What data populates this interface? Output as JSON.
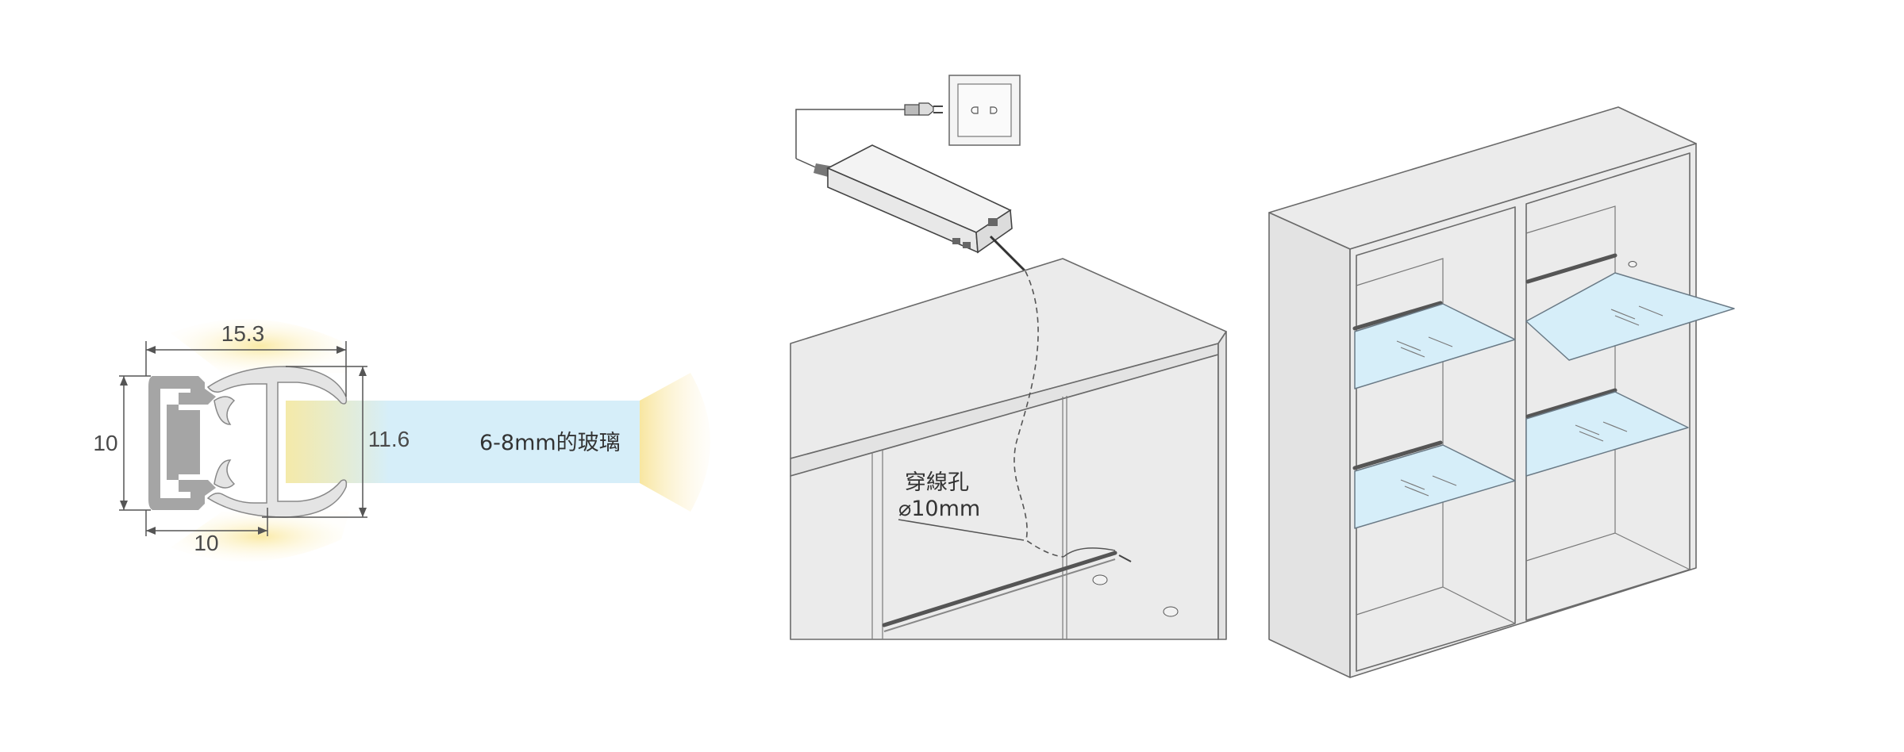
{
  "profile_diagram": {
    "width_dim": "15.3",
    "height_dim": "10",
    "opening_dim": "11.6",
    "base_width_dim": "10",
    "glass_label": "6-8mm的玻璃"
  },
  "install_diagram": {
    "hole_label": "穿線孔",
    "hole_size": "⌀10mm"
  },
  "colors": {
    "glass": "#d6eef9",
    "light": "#fbeaa0",
    "profile": "#a5a5a5",
    "diffuser": "#e4e4e4",
    "cabinet": "#ebebeb"
  }
}
